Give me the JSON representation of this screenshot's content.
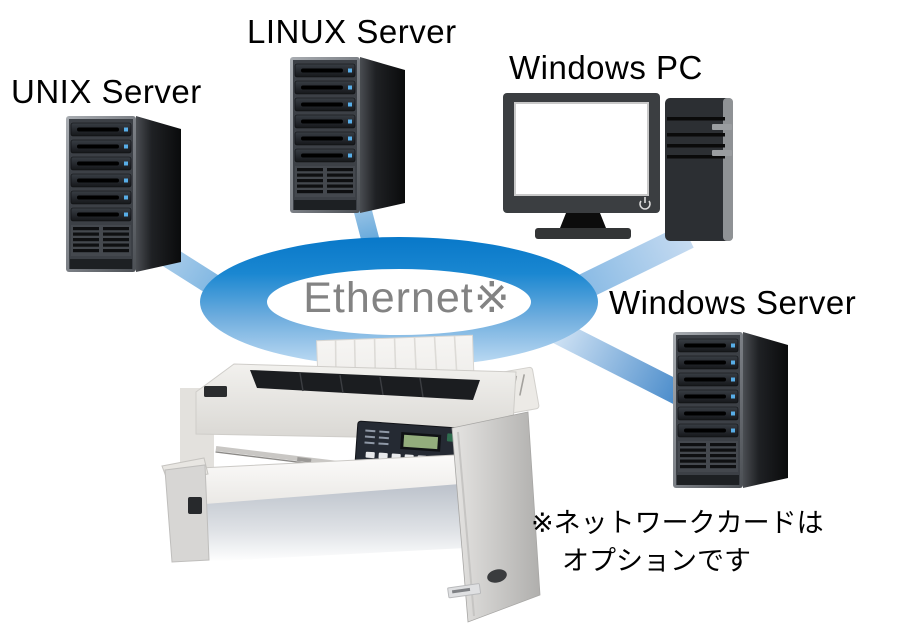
{
  "page": {
    "background": "#ffffff"
  },
  "network": {
    "label": "Ethernet※",
    "ring_color_top": "#0878c9",
    "ring_color_bottom": "#c1ddf4"
  },
  "nodes": {
    "unix_server": {
      "label": "UNIX Server",
      "icon": "server-tower-icon"
    },
    "linux_server": {
      "label": "LINUX Server",
      "icon": "server-tower-icon"
    },
    "windows_pc": {
      "label": "Windows PC",
      "icon": "desktop-pc-icon"
    },
    "windows_server": {
      "label": "Windows Server",
      "icon": "server-tower-icon"
    },
    "printer": {
      "icon": "dot-matrix-printer-icon"
    }
  },
  "links": [
    {
      "from": "unix_server",
      "to": "ethernet"
    },
    {
      "from": "linux_server",
      "to": "ethernet"
    },
    {
      "from": "windows_pc",
      "to": "ethernet"
    },
    {
      "from": "ethernet",
      "to": "windows_server"
    }
  ],
  "note": {
    "line1": "※ネットワークカードは",
    "line2": "オプションです"
  },
  "colors": {
    "label_text": "#000000",
    "ethernet_text": "#838383",
    "link_light": "#b8d4ee",
    "link_dark": "#4a90cc",
    "led_blue": "#58aee8"
  }
}
